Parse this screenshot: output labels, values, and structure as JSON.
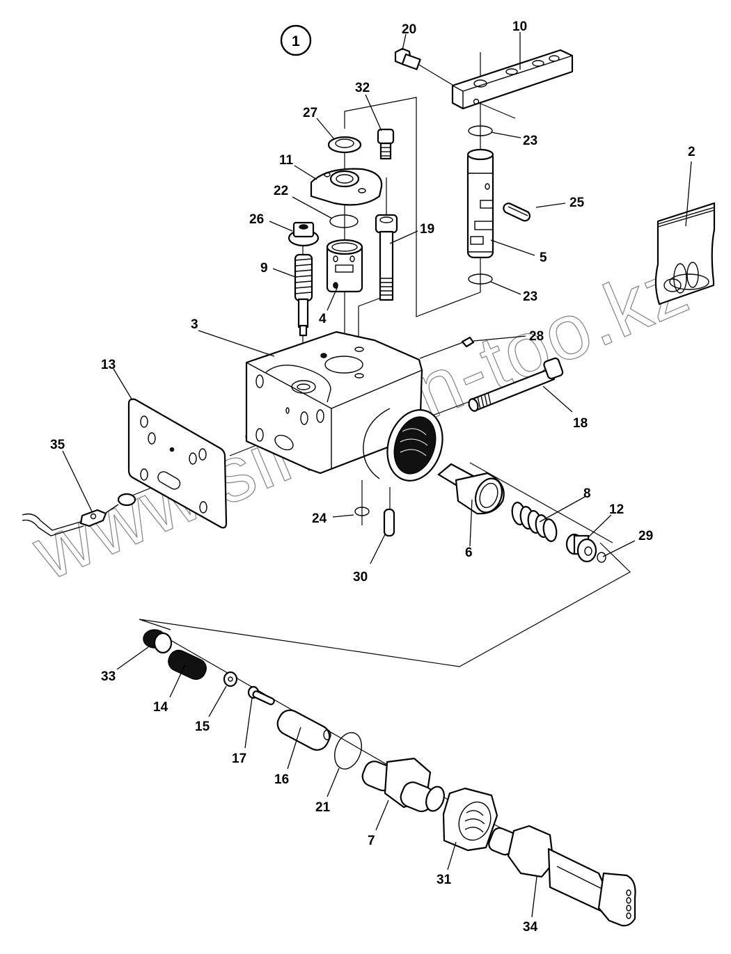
{
  "diagram": {
    "view_badge": "1",
    "watermark": "www.sinhron-too.kz",
    "parts": [
      {
        "id": "p1",
        "label": "10",
        "name": "lever-arm"
      },
      {
        "id": "p2",
        "label": "20",
        "name": "hex-bolt"
      },
      {
        "id": "p3",
        "label": "23",
        "name": "o-ring-upper"
      },
      {
        "id": "p4",
        "label": "32",
        "name": "socket-cap-screw"
      },
      {
        "id": "p5",
        "label": "27",
        "name": "washer"
      },
      {
        "id": "p6",
        "label": "11",
        "name": "flange-cover"
      },
      {
        "id": "p7",
        "label": "22",
        "name": "o-ring"
      },
      {
        "id": "p8",
        "label": "26",
        "name": "flange-nut"
      },
      {
        "id": "p9",
        "label": "19",
        "name": "long-socket-screw"
      },
      {
        "id": "p10",
        "label": "25",
        "name": "pin"
      },
      {
        "id": "p11",
        "label": "5",
        "name": "valve-spool"
      },
      {
        "id": "p12",
        "label": "23",
        "name": "o-ring-lower"
      },
      {
        "id": "p13",
        "label": "9",
        "name": "threaded-stud"
      },
      {
        "id": "p14",
        "label": "4",
        "name": "bushing"
      },
      {
        "id": "p15",
        "label": "2",
        "name": "seal-kit-bag"
      },
      {
        "id": "p16",
        "label": "3",
        "name": "valve-body"
      },
      {
        "id": "p17",
        "label": "28",
        "name": "plug"
      },
      {
        "id": "p18",
        "label": "13",
        "name": "gasket-plate"
      },
      {
        "id": "p19",
        "label": "18",
        "name": "bolt"
      },
      {
        "id": "p20",
        "label": "35",
        "name": "cable-lug"
      },
      {
        "id": "p21",
        "label": "8",
        "name": "spring"
      },
      {
        "id": "p22",
        "label": "12",
        "name": "spring-seat"
      },
      {
        "id": "p23",
        "label": "24",
        "name": "o-ring-small"
      },
      {
        "id": "p24",
        "label": "6",
        "name": "piston"
      },
      {
        "id": "p25",
        "label": "29",
        "name": "retaining-ring"
      },
      {
        "id": "p26",
        "label": "30",
        "name": "dowel-pin"
      },
      {
        "id": "p27",
        "label": "33",
        "name": "cap"
      },
      {
        "id": "p28",
        "label": "14",
        "name": "spring-small"
      },
      {
        "id": "p29",
        "label": "15",
        "name": "washer-small"
      },
      {
        "id": "p30",
        "label": "17",
        "name": "needle"
      },
      {
        "id": "p31",
        "label": "16",
        "name": "sleeve"
      },
      {
        "id": "p32",
        "label": "21",
        "name": "o-ring-large"
      },
      {
        "id": "p33",
        "label": "7",
        "name": "adapter-fitting"
      },
      {
        "id": "p34",
        "label": "31",
        "name": "hex-nut"
      },
      {
        "id": "p35",
        "label": "34",
        "name": "sensor-probe"
      }
    ]
  }
}
